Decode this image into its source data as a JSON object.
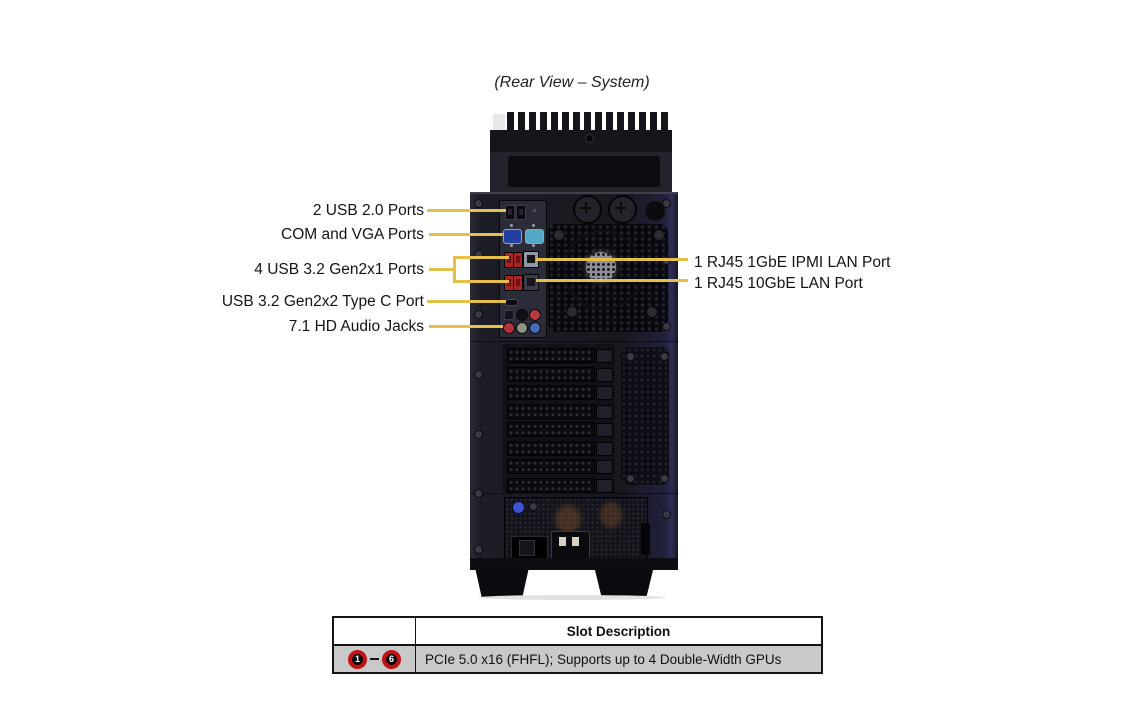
{
  "figure": {
    "title": "(Rear View – System)"
  },
  "callouts": {
    "line_color": "#e5bf4a",
    "left": [
      {
        "text": "2 USB 2.0 Ports"
      },
      {
        "text": "COM and VGA Ports"
      },
      {
        "text": "4 USB 3.2 Gen2x1 Ports"
      },
      {
        "text": "USB 3.2 Gen2x2 Type C Port"
      },
      {
        "text": "7.1 HD Audio Jacks"
      }
    ],
    "right": [
      {
        "text": "1 RJ45 1GbE IPMI LAN Port"
      },
      {
        "text": "1 RJ45 10GbE LAN Port"
      }
    ]
  },
  "slot_table": {
    "header": "Slot Description",
    "row": {
      "range_start": "1",
      "range_end": "6",
      "description": "PCIe 5.0 x16 (FHFL);  Supports up to 4 Double-Width GPUs"
    },
    "row_background": "#c9c9c9",
    "badge_ring_color": "#c31212"
  },
  "tower": {
    "colors": {
      "chassis": "#1b1b25",
      "vga_port": "#2340a0",
      "com_port": "#53a8c8",
      "usb32_port": "#a82326",
      "audio_jacks": [
        "#101014",
        "#b83844",
        "#b83040",
        "#8a967e",
        "#4868b8"
      ],
      "ipmi_lan_port": "#9098a8",
      "lan_10gbe_port": "#3c3c48"
    }
  }
}
